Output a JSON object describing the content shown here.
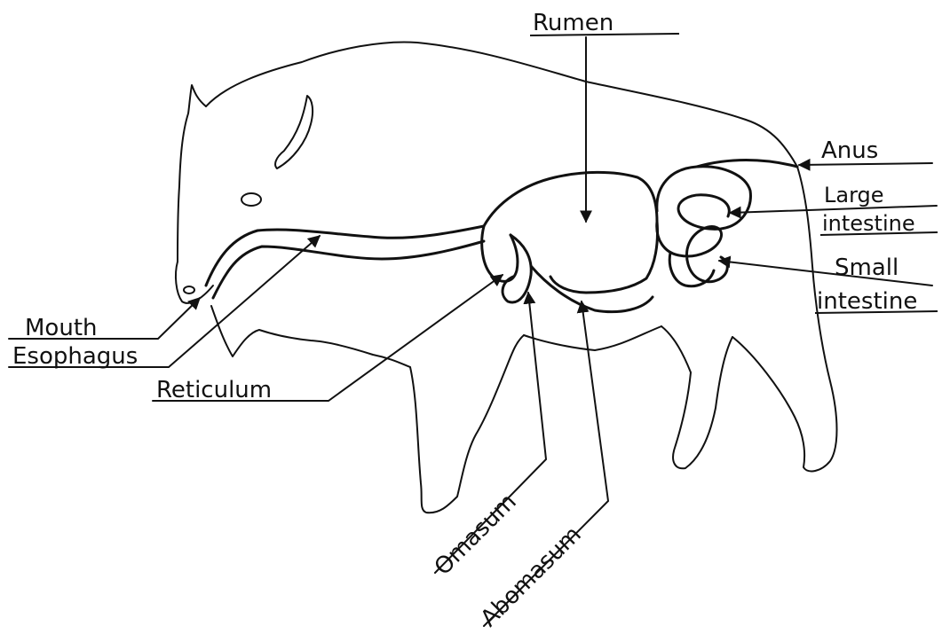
{
  "labels": {
    "rumen": "Rumen",
    "anus": "Anus",
    "large_intestine_1": "Large",
    "large_intestine_2": "intestine",
    "small_intestine_1": "Small",
    "small_intestine_2": "intestine",
    "mouth": "Mouth",
    "esophagus": "Esophagus",
    "reticulum": "Reticulum",
    "omasum": "Omasum",
    "abomasum": "Abomasum"
  }
}
